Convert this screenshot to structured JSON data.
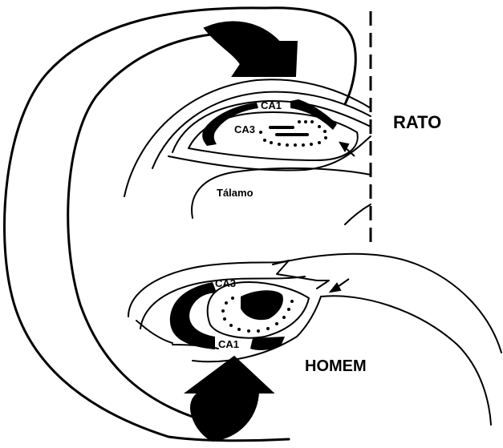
{
  "labels": {
    "rat": "RATO",
    "human": "HOMEM",
    "rat_ca1": "CA1",
    "rat_ca3": "CA3",
    "thalamus": "Tálamo",
    "human_ca3": "CA3",
    "human_ca1": "CA1"
  },
  "colors": {
    "ink": "#000000",
    "paper": "#ffffff"
  }
}
